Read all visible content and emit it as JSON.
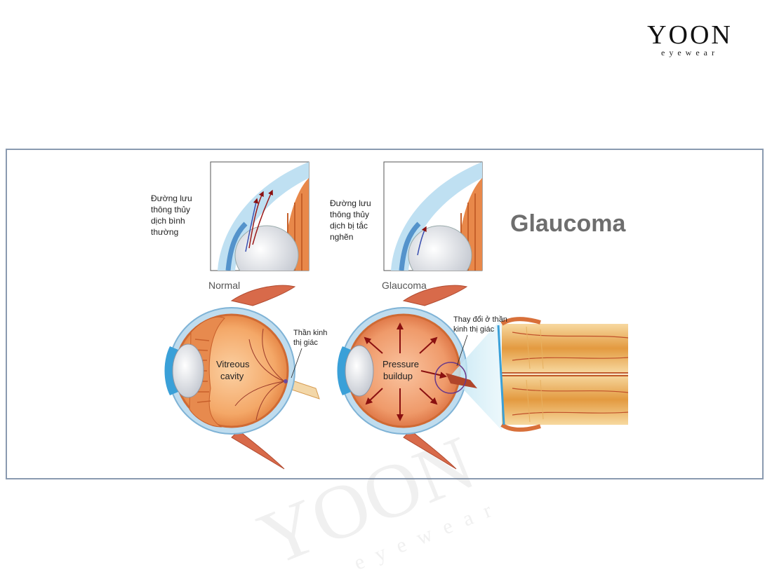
{
  "brand": {
    "name": "YOON",
    "tagline": "eyewear"
  },
  "diagram": {
    "title": "Glaucoma",
    "inset_normal_caption": [
      "Đường lưu",
      "thông thủy",
      "dịch bình",
      "thường"
    ],
    "inset_glaucoma_caption": [
      "Đường lưu",
      "thông thủy",
      "dịch bị tắc",
      "nghẽn"
    ],
    "label_normal": "Normal",
    "label_glaucoma": "Glaucoma",
    "optic_nerve_label": [
      "Thần kinh",
      "thị giác"
    ],
    "vitreous_label": [
      "Vitreous",
      "cavity"
    ],
    "pressure_label": [
      "Pressure",
      "buildup"
    ],
    "nerve_change_label": [
      "Thay đổi ở thần",
      "kinh thị giác"
    ]
  },
  "watermark": {
    "main": "YOON",
    "sub": "eyewear"
  },
  "colors": {
    "frame": "#8a9ab0",
    "eye_orange": "#f0a060",
    "sclera": "#9ec7e6",
    "nerve": "#e6a040"
  }
}
